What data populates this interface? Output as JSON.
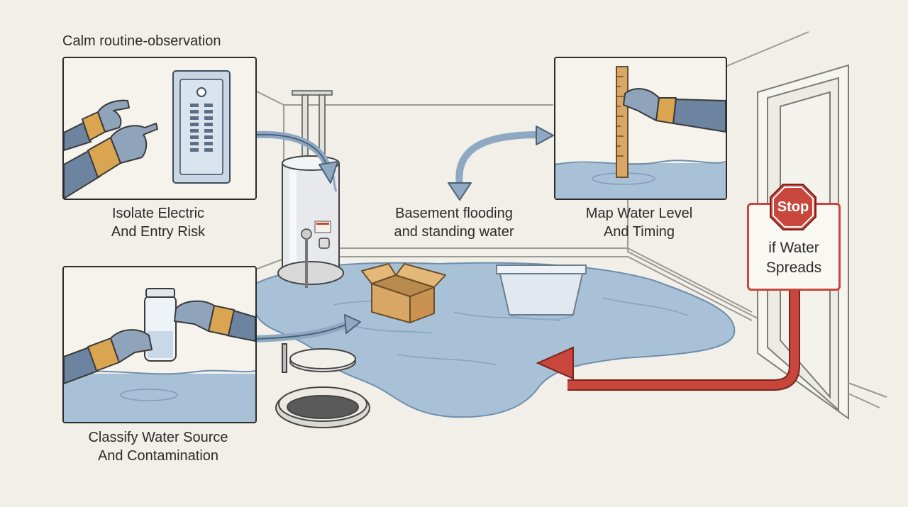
{
  "header": {
    "title": "Calm routine-observation"
  },
  "steps": {
    "isolate": {
      "line1": "Isolate Electric",
      "line2": "And Entry Risk"
    },
    "classify": {
      "line1": "Classify Water Source",
      "line2": "And Contamination"
    },
    "map": {
      "line1": "Map Water Level",
      "line2": "And Timing"
    }
  },
  "center": {
    "line1": "Basement flooding",
    "line2": "and standing water"
  },
  "stop": {
    "sign": "Stop",
    "line1": "if Water",
    "line2": "Spreads"
  },
  "colors": {
    "water": "#a9c1d6",
    "water_edge": "#6d8eac",
    "arrow_blue": "#8fa9c3",
    "stop_red": "#c8463c",
    "glove": "#d9a550",
    "sleeve": "#6c849f",
    "cardboard": "#d9a765"
  },
  "icons": [
    "breaker-panel-icon",
    "water-heater-icon",
    "ruler-icon",
    "sample-jar-icon",
    "stop-sign-icon",
    "cardboard-box-icon",
    "storage-bin-icon",
    "sump-pit-icon"
  ]
}
